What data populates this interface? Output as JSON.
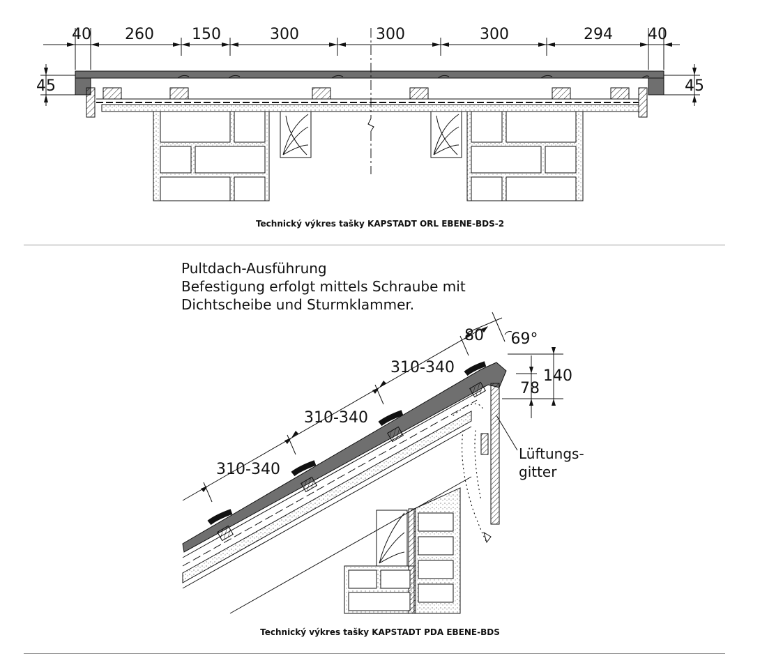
{
  "figure1": {
    "caption": "Technický výkres tašky KAPSTADT ORL EBENE-BDS-2",
    "dimensions_top": [
      "40",
      "260",
      "150",
      "300",
      "300",
      "300",
      "294",
      "40"
    ],
    "dim_left": "45",
    "dim_right": "45"
  },
  "figure2": {
    "caption": "Technický výkres tašky KAPSTADT PDA EBENE-BDS",
    "note_lines": [
      "Pultdach-Ausführung",
      "Befestigung erfolgt mittels Schraube mit",
      "Dichtscheibe und Sturmklammer."
    ],
    "dim_spacing": [
      "310-340",
      "310-340",
      "310-340"
    ],
    "dim_80": "80",
    "angle": "69°",
    "dim_140": "140",
    "dim_78": "78",
    "vent_label_lines": [
      "Lüftungs-",
      "gitter"
    ]
  },
  "colors": {
    "tile": "#6f6f6f",
    "line": "#111111",
    "rule": "#9a9a9a"
  }
}
